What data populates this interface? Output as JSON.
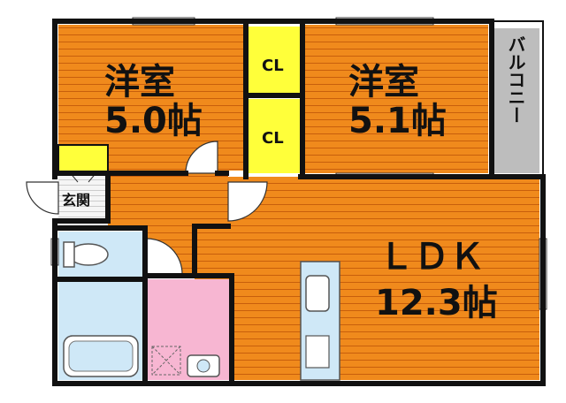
{
  "rooms": {
    "western_1": {
      "name": "洋室",
      "size": "5.0帖"
    },
    "western_2": {
      "name": "洋室",
      "size": "5.1帖"
    },
    "closet_1": {
      "label": "CL"
    },
    "closet_2": {
      "label": "CL"
    },
    "balcony": {
      "label": "バルコニー"
    },
    "entrance": {
      "label": "玄関"
    },
    "ldk": {
      "name": "ＬＤＫ",
      "size": "12.3帖"
    }
  },
  "colors": {
    "room_floor": "#f08a1c",
    "floor_line": "#c85f0c",
    "closet": "#ffff3a",
    "wet_area": "#cfe8f7",
    "washroom": "#f7b6d2",
    "balcony": "#bdbdbd",
    "wall": "#111111"
  }
}
